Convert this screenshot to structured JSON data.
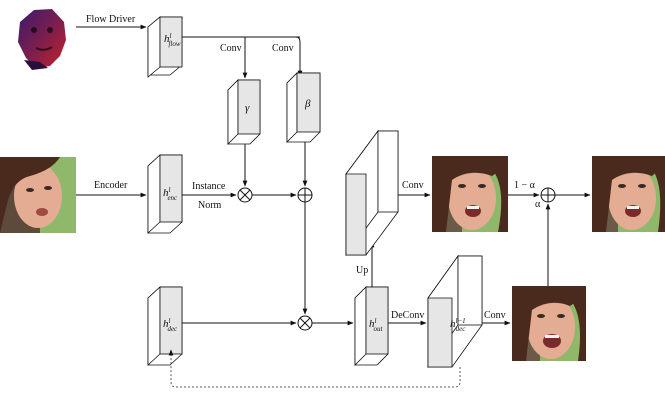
{
  "labels": {
    "flow_driver": "Flow Driver",
    "conv_gamma": "Conv",
    "conv_beta": "Conv",
    "encoder": "Encoder",
    "instance": "Instance",
    "norm": "Norm",
    "conv_out": "Conv",
    "up": "Up",
    "deconv": "DeConv",
    "conv_dec": "Conv",
    "one_minus_alpha": "1 − α",
    "alpha": "α"
  },
  "blocks": {
    "h_flow": {
      "base": "h",
      "sup": "l",
      "sub": "flow"
    },
    "gamma": {
      "symbol": "γ"
    },
    "beta": {
      "symbol": "β"
    },
    "h_enc": {
      "base": "h",
      "sup": "l",
      "sub": "enc"
    },
    "h_dec": {
      "base": "h",
      "sup": "l",
      "sub": "dec"
    },
    "h_out": {
      "base": "h",
      "sup": "l",
      "sub": "out"
    },
    "h_dec_prev": {
      "base": "h",
      "sup": "l−1",
      "sub": "dec"
    }
  },
  "operators": {
    "multiply": "⊗",
    "add": "⊕"
  },
  "colors": {
    "block_face": "#e6e6e6",
    "block_side": "#ffffff",
    "line": "#111111",
    "skin": "#e4ad93",
    "hair": "#4a2a1c",
    "background_green": "#8fb86a",
    "flow_mesh": "#5a1f5e"
  }
}
